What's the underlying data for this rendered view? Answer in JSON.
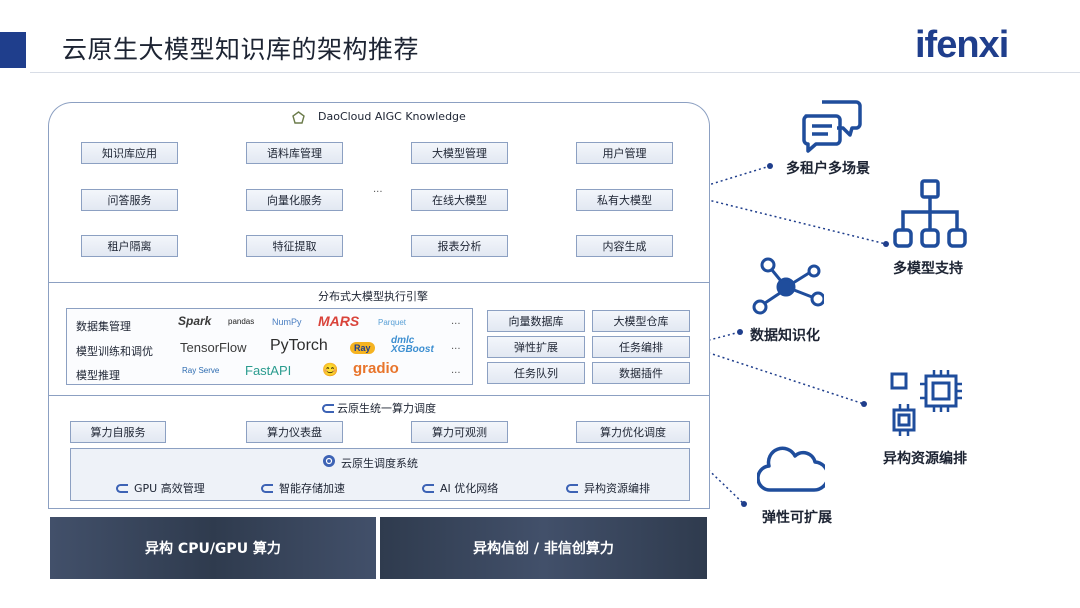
{
  "header": {
    "title": "云原生大模型知识库的架构推荐",
    "brand": "ifenxi"
  },
  "top_layer": {
    "title": "DaoCloud AIGC Knowledge",
    "rows": [
      [
        "知识库应用",
        "语料库管理",
        "大模型管理",
        "用户管理"
      ],
      [
        "问答服务",
        "向量化服务",
        "在线大模型",
        "私有大模型"
      ],
      [
        "租户隔离",
        "特征提取",
        "报表分析",
        "内容生成"
      ]
    ],
    "ellipsis": "..."
  },
  "engine_layer": {
    "title": "分布式大模型执行引擎",
    "tool_rows": [
      {
        "label": "数据集管理",
        "logos": [
          "Spark",
          "pandas",
          "NumPy",
          "MARS",
          "Parquet"
        ]
      },
      {
        "label": "模型训练和调优",
        "logos": [
          "TensorFlow",
          "PyTorch",
          "Ray",
          "dmlc XGBoost"
        ]
      },
      {
        "label": "模型推理",
        "logos": [
          "Ray Serve",
          "FastAPI",
          "😊",
          "gradio"
        ]
      }
    ],
    "tool_ellipsis": "...",
    "services": [
      [
        "向量数据库",
        "大模型仓库"
      ],
      [
        "弹性扩展",
        "任务编排"
      ],
      [
        "任务队列",
        "数据插件"
      ]
    ]
  },
  "compute_layer": {
    "title": "云原生统一算力调度",
    "services": [
      "算力自服务",
      "算力仪表盘",
      "算力可观测",
      "算力优化调度"
    ],
    "scheduler": {
      "title": "云原生调度系统",
      "items": [
        "GPU 高效管理",
        "智能存储加速",
        "AI 优化网络",
        "异构资源编排"
      ]
    }
  },
  "hardware": [
    "异构 CPU/GPU 算力",
    "异构信创 / 非信创算力"
  ],
  "features": [
    "多租户多场景",
    "多模型支持",
    "数据知识化",
    "异构资源编排",
    "弹性可扩展"
  ],
  "colors": {
    "brand": "#1f3e8c",
    "border": "#8ca0c2",
    "icon": "#1f4d9c"
  }
}
